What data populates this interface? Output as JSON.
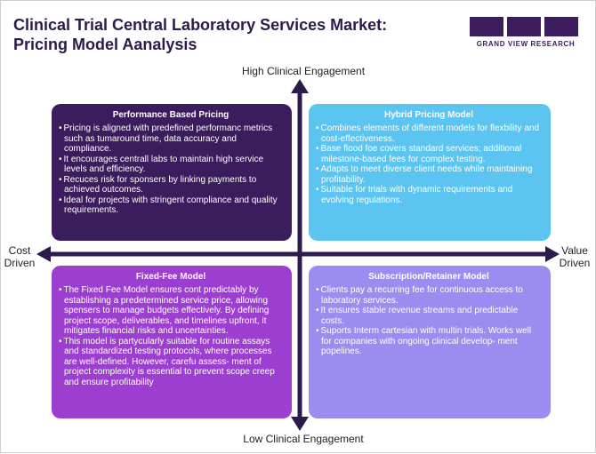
{
  "title": "Clinical Trial Central Laboratory Services Market: Pricing Model Aanalysis",
  "logo": {
    "text": "GRAND VIEW RESEARCH"
  },
  "axes": {
    "top": "High Clinical Engagement",
    "bottom": "Low Clinical Engagement",
    "left": "Cost Driven",
    "right": "Value Driven"
  },
  "colors": {
    "title": "#2d1a4d",
    "axis": "#2d1a4d",
    "performance": "#3b1c5c",
    "hybrid": "#5bc4f0",
    "fixed_fee": "#9c3fd0",
    "subscription": "#9b8df0"
  },
  "quadrants": {
    "performance": {
      "heading": "Performance Based Pricing",
      "items": [
        "Pricing is aligned with predefined performanc metrics such as tumaround time, data accuracy and compliance.",
        "It encourages centrall labs to maintain high service levels and efficiency.",
        "Recuces risk for sponsers by linking payments to achieved outcomes.",
        "Ideal for projects with stringent compliance and quality requirements."
      ]
    },
    "hybrid": {
      "heading": "Hybrid Pricing Model",
      "items": [
        "Combines elements of different models for flexbility and cost-effectiveness.",
        "Base flood foe covers standard services; additional milestone-based fees for complex testing.",
        "Adapts to meet diverse client needs while maintaining profitability.",
        "Suitable for trials with dynamic requirements and evolving regulations."
      ]
    },
    "fixed_fee": {
      "heading": "Fixed-Fee Model",
      "items": [
        "The Fixed Fee Model ensures cont predictably by establishing a predetermined service price, allowing spensers to manage budgets effectively. By defining project scope, deliverables, and timelines upfront, it mitigates financial risks and uncertainties.",
        "This model is partycularly suitable for routine assays and standardized testing protocols, where processes are well-defined. However, carefu assess- ment of project complexity is essential to prevent scope creep and ensure profitability"
      ]
    },
    "subscription": {
      "heading": "Subscription/Retainer Model",
      "items": [
        "Clients pay a recurring fee for continuous access to laboratory services.",
        "It ensures stable revenue streams and predictable costs.",
        "Suports Interm cartesian with multin trials. Works well for companies with ongoing clinical develop- ment popelines."
      ]
    }
  }
}
